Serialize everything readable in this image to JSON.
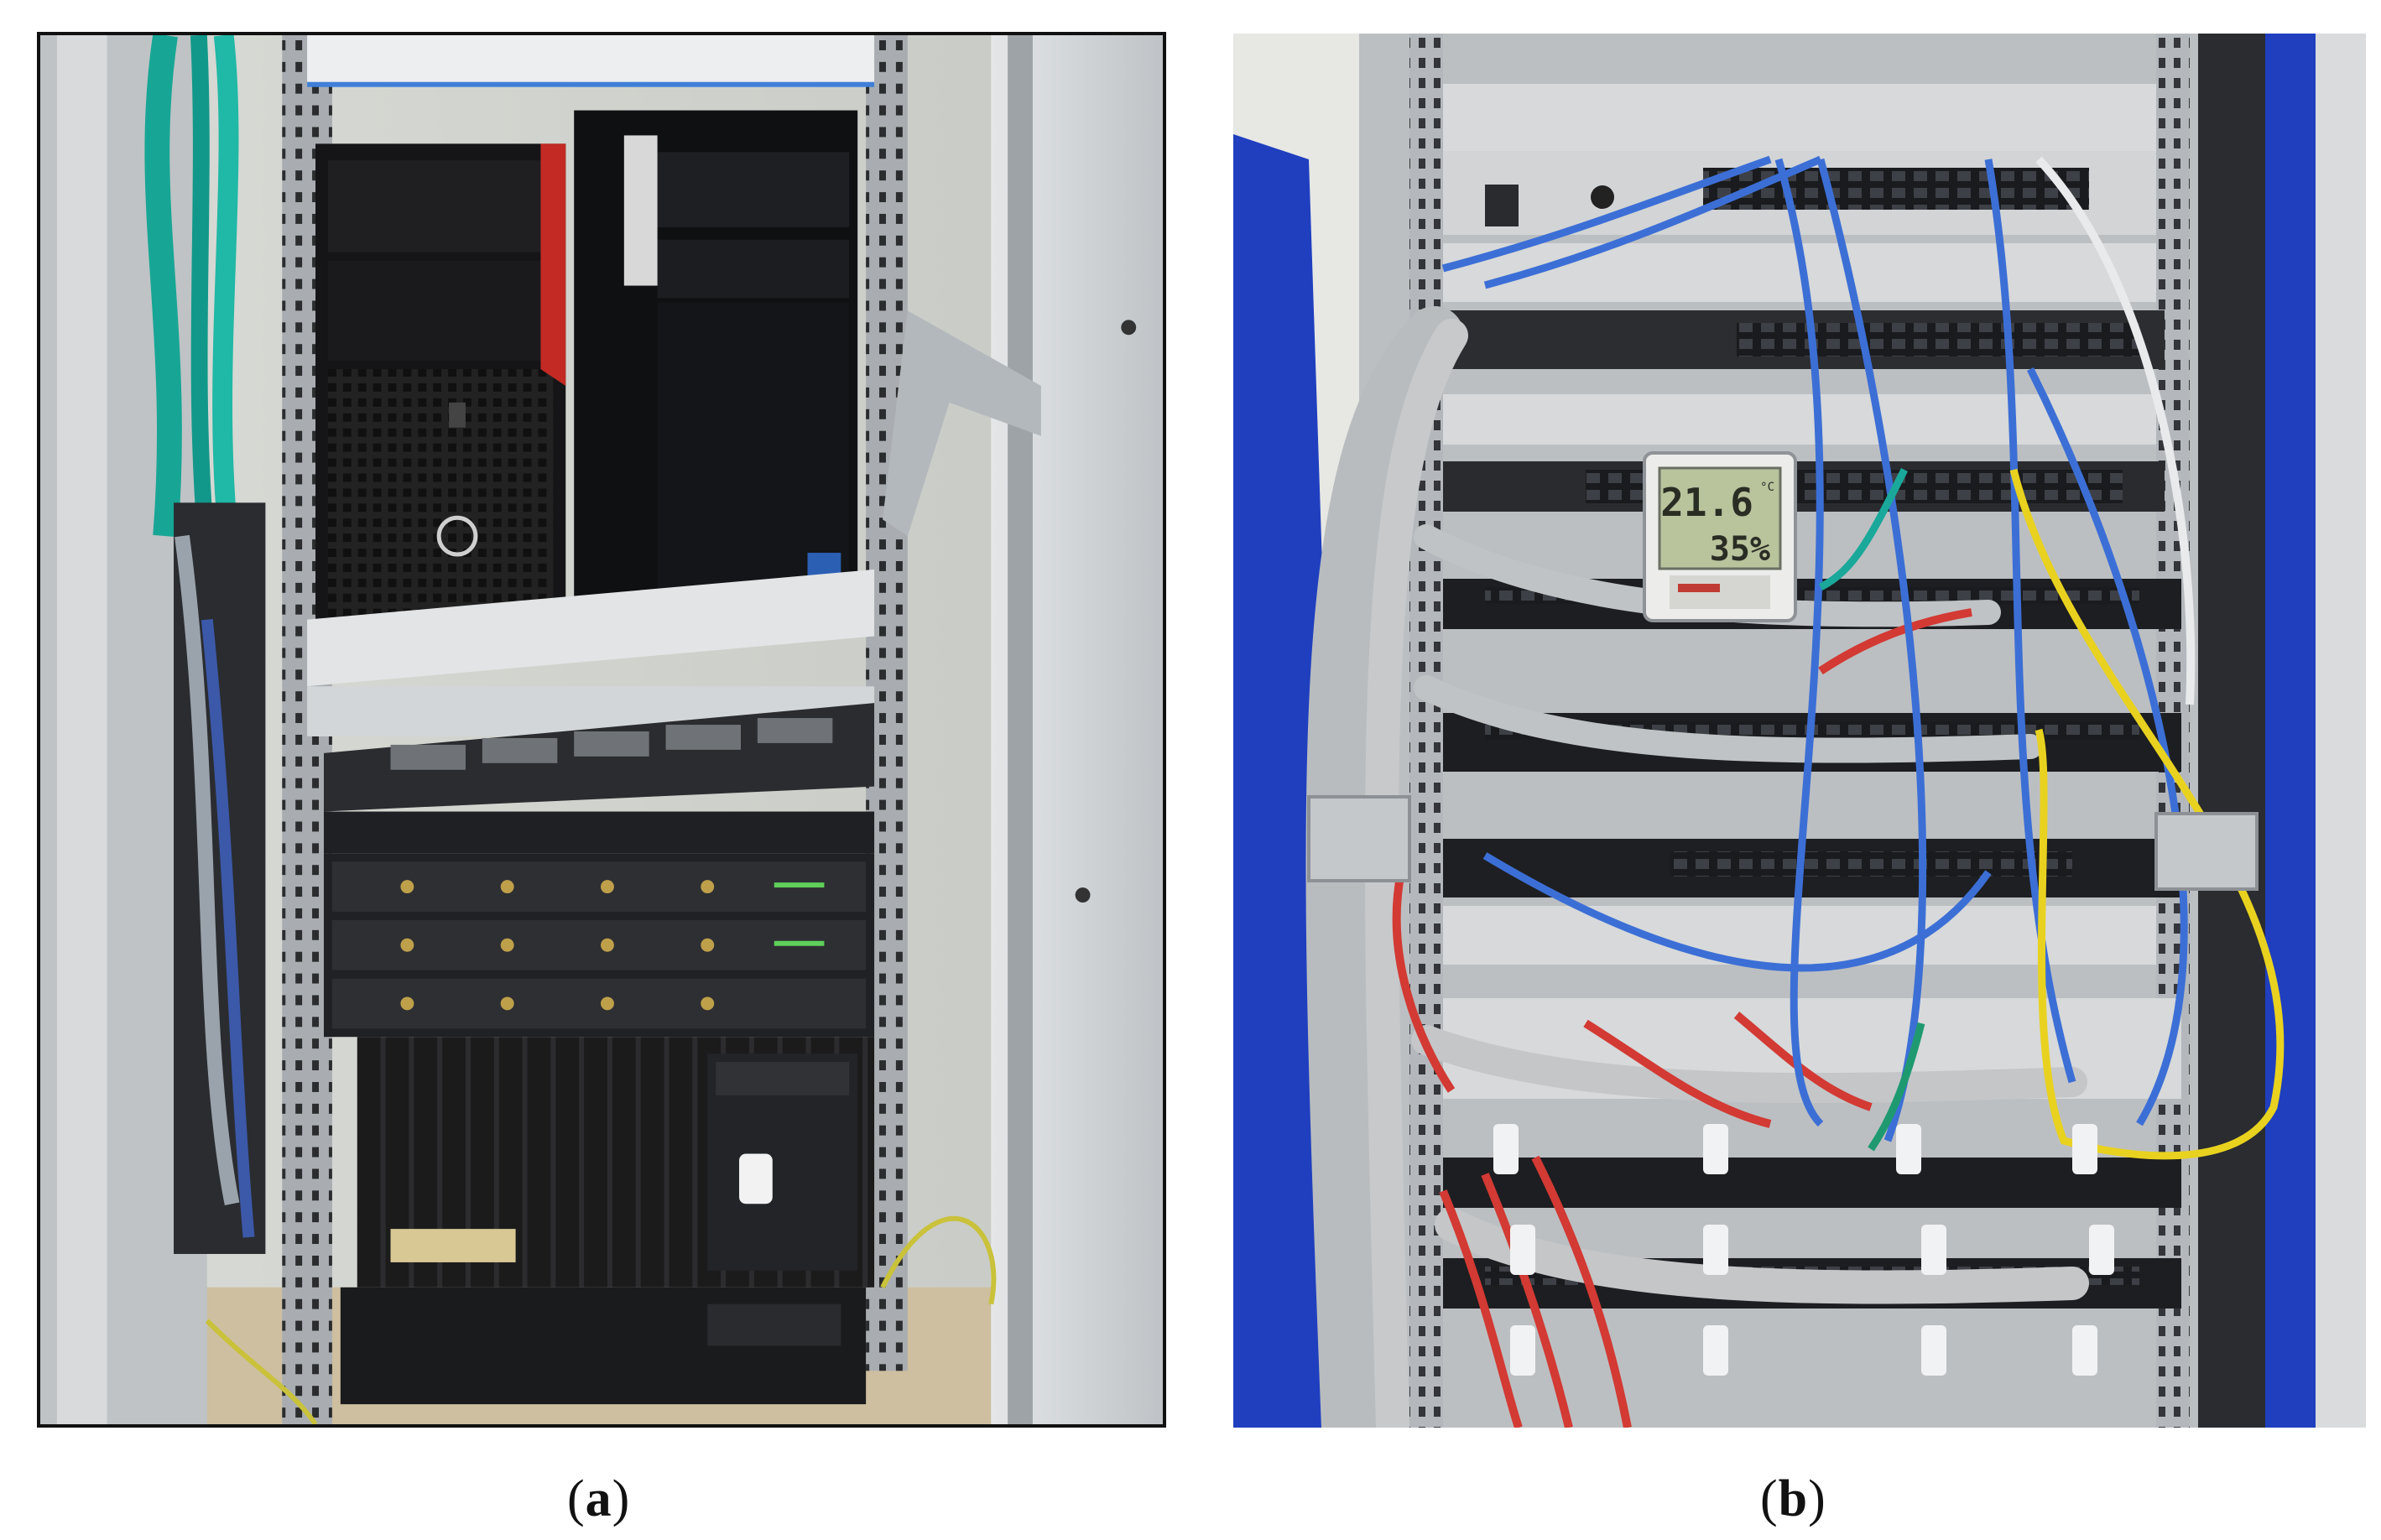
{
  "figure": {
    "panels": [
      {
        "id": "a",
        "subject": "server-rack-with-desktops-and-rack-servers",
        "caption_open": "(",
        "caption_letter": "a",
        "caption_close": ")"
      },
      {
        "id": "b",
        "subject": "network-cabinet-with-patch-panels-and-switches",
        "caption_open": "(",
        "caption_letter": "b",
        "caption_close": ")",
        "thermometer": {
          "temperature": "21.6",
          "temp_unit": "°C",
          "humidity": "35%"
        }
      }
    ],
    "colors": {
      "rack_frame": "#c9cccf",
      "cabinet_blue": "#1f3fbf",
      "cable_gray": "#b9bcbe",
      "cable_blue": "#3c6fd6",
      "cable_red": "#d23a33",
      "cable_yellow": "#e8d21f",
      "cable_teal": "#1aa89a"
    }
  }
}
